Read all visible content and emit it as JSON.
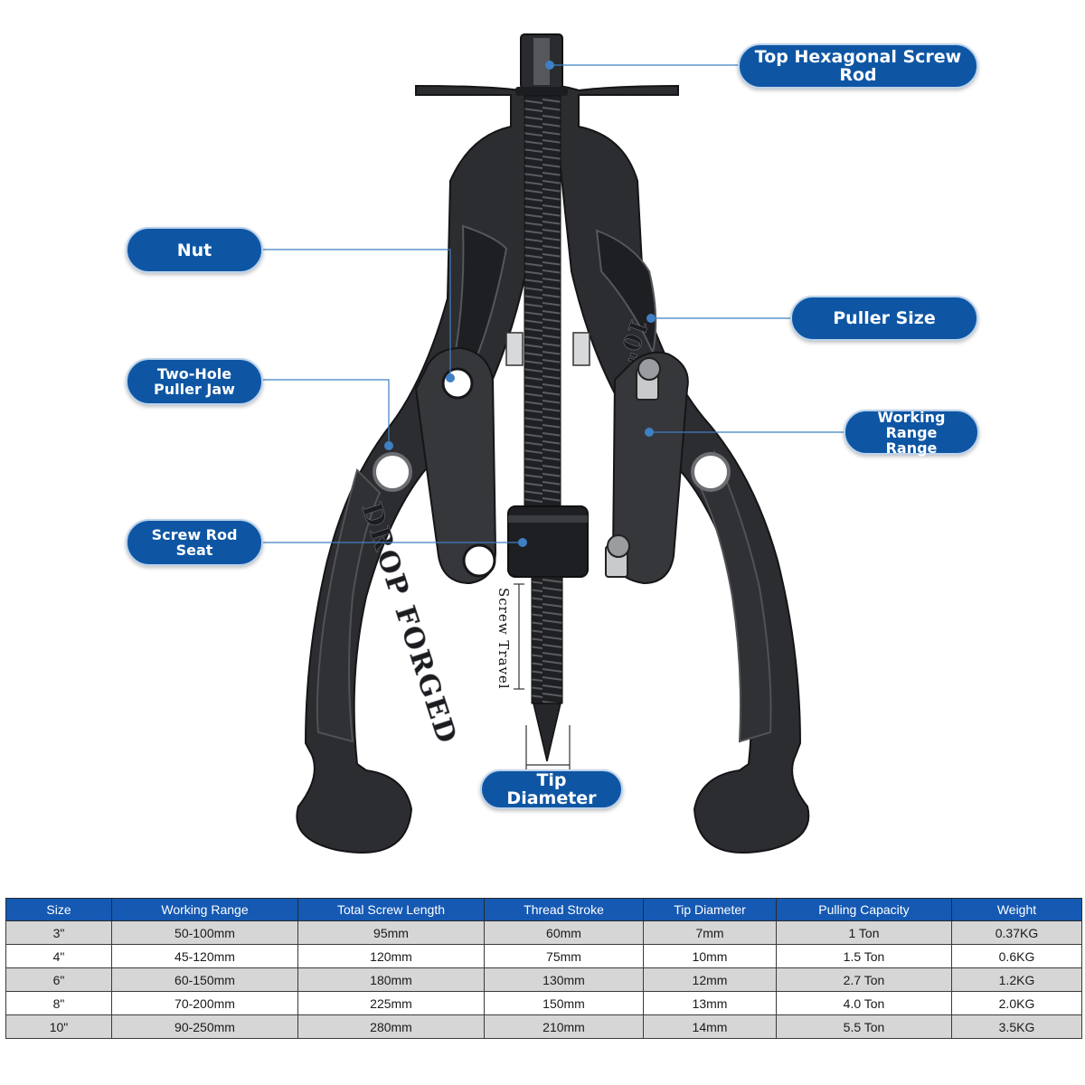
{
  "callouts": {
    "top_hex_rod": "Top Hexagonal Screw Rod",
    "nut": "Nut",
    "puller_size": "Puller Size",
    "two_hole_jaw": "Two-Hole\nPuller Jaw",
    "working_range": "Working Range\nRange",
    "screw_rod_seat": "Screw Rod\nSeat",
    "tip_diameter": "Tip Diameter"
  },
  "product_markings": {
    "arm_text": "DROP FORGED",
    "size_mark": "10\"",
    "screw_travel": "Screw Travel"
  },
  "colors": {
    "callout_blue": "#0e56a4",
    "header_blue": "#1559b3",
    "tool_body": "#2c2d30",
    "tool_highlight": "#45474b"
  },
  "table": {
    "headers": [
      "Size",
      "Working Range",
      "Total Screw Length",
      "Thread Stroke",
      "Tip Diameter",
      "Pulling Capacity",
      "Weight"
    ],
    "rows": [
      [
        "3\"",
        "50-100mm",
        "95mm",
        "60mm",
        "7mm",
        "1 Ton",
        "0.37KG"
      ],
      [
        "4\"",
        "45-120mm",
        "120mm",
        "75mm",
        "10mm",
        "1.5 Ton",
        "0.6KG"
      ],
      [
        "6\"",
        "60-150mm",
        "180mm",
        "130mm",
        "12mm",
        "2.7 Ton",
        "1.2KG"
      ],
      [
        "8\"",
        "70-200mm",
        "225mm",
        "150mm",
        "13mm",
        "4.0 Ton",
        "2.0KG"
      ],
      [
        "10\"",
        "90-250mm",
        "280mm",
        "210mm",
        "14mm",
        "5.5 Ton",
        "3.5KG"
      ]
    ]
  }
}
